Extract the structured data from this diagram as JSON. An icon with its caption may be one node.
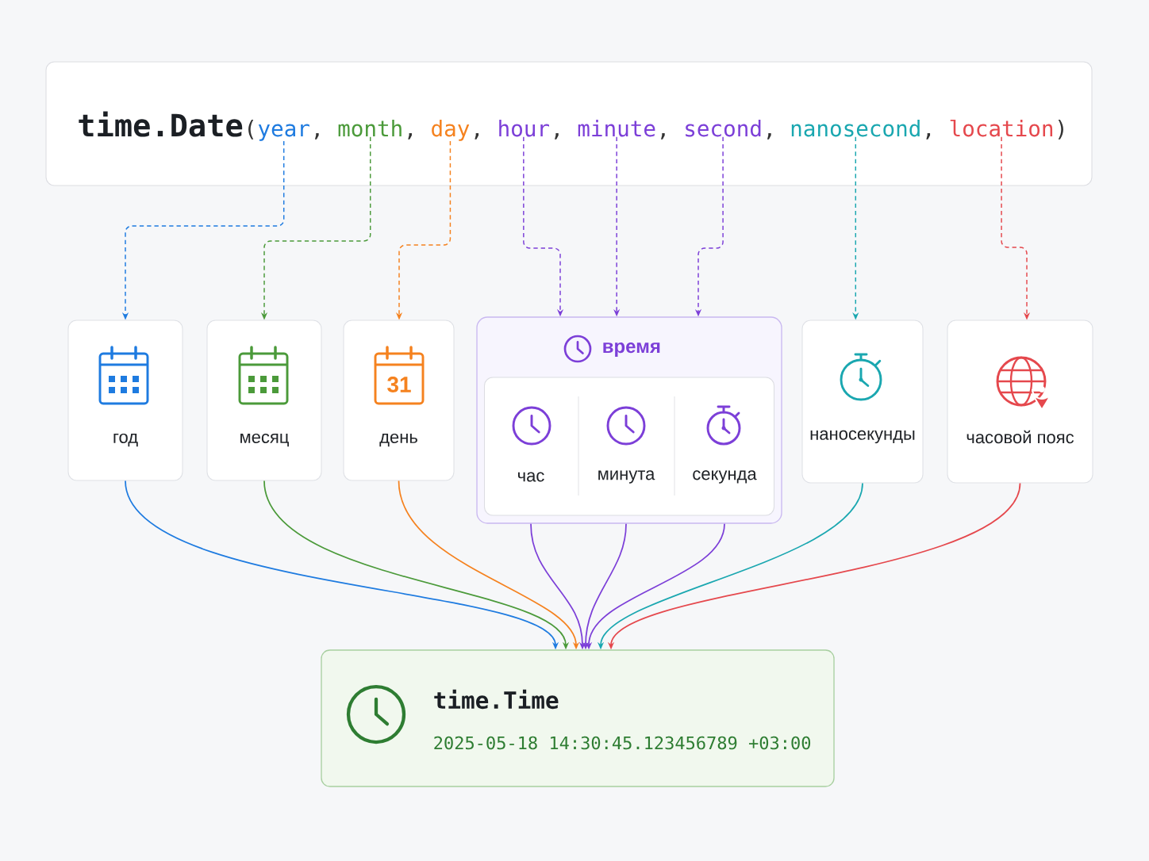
{
  "diagram": {
    "nodes": [
      {
        "text": [
          "time.Date"
        ]
      },
      {
        "text": [
          "year"
        ],
        "in": 0
      },
      {
        "text": [
          "month"
        ],
        "in": 0
      },
      {
        "text": [
          "day"
        ],
        "in": 0
      },
      {
        "text": [
          "hour"
        ],
        "in": 0
      },
      {
        "text": [
          "minute"
        ],
        "in": 0
      },
      {
        "text": [
          "second"
        ],
        "in": 0
      },
      {
        "text": [
          "nanosecond"
        ],
        "in": 0
      },
      {
        "text": [
          "location"
        ],
        "in": 0
      },
      {
        "text": [
          "год"
        ]
      },
      {
        "text": [
          "месяц"
        ]
      },
      {
        "text": [
          "31",
          "день"
        ]
      },
      {
        "text": [
          "время"
        ]
      },
      {
        "text": [],
        "shape": "box",
        "in": 12
      },
      {
        "text": [
          "час"
        ],
        "in": 13
      },
      {
        "text": [
          "минута"
        ],
        "in": 13
      },
      {
        "text": [
          "секунда"
        ],
        "in": 13
      },
      {
        "text": [
          "наносекунды"
        ]
      },
      {
        "text": [
          "часовой пояс"
        ]
      },
      {
        "text": [
          "time.Time",
          "2025-05-18 14:30:45.123456789 +03:00"
        ]
      }
    ],
    "edges": [
      {
        "from": 1,
        "to": 9,
        "arrow": "to",
        "style": "dashed",
        "color": "#1e7be0"
      },
      {
        "from": 2,
        "to": 10,
        "arrow": "to",
        "style": "dashed",
        "color": "#4b9a3a"
      },
      {
        "from": 3,
        "to": 11,
        "arrow": "to",
        "style": "dashed",
        "color": "#f5821f"
      },
      {
        "from": 4,
        "to": 12,
        "arrow": "to",
        "style": "dashed",
        "color": "#7c3fd8"
      },
      {
        "from": 5,
        "to": 12,
        "arrow": "to",
        "style": "dashed",
        "color": "#7c3fd8"
      },
      {
        "from": 6,
        "to": 12,
        "arrow": "to",
        "style": "dashed",
        "color": "#7c3fd8"
      },
      {
        "from": 7,
        "to": 17,
        "arrow": "to",
        "style": "dashed",
        "color": "#1aa7b0"
      },
      {
        "from": 8,
        "to": 18,
        "arrow": "to",
        "style": "dashed",
        "color": "#e5484d"
      },
      {
        "from": 9,
        "to": 19,
        "arrow": "to",
        "color": "#1e7be0"
      },
      {
        "from": 10,
        "to": 19,
        "arrow": "to",
        "color": "#4b9a3a"
      },
      {
        "from": 11,
        "to": 19,
        "arrow": "to",
        "color": "#f5821f"
      },
      {
        "from": 14,
        "to": 19,
        "arrow": "to",
        "color": "#7c3fd8"
      },
      {
        "from": 15,
        "to": 19,
        "arrow": "to",
        "color": "#7c3fd8"
      },
      {
        "from": 16,
        "to": 19,
        "arrow": "to",
        "color": "#7c3fd8"
      },
      {
        "from": 17,
        "to": 19,
        "arrow": "to",
        "color": "#1aa7b0"
      },
      {
        "from": 18,
        "to": 19,
        "arrow": "to",
        "color": "#e5484d"
      }
    ],
    "labels": [
      "(",
      ",",
      ",",
      ",",
      ",",
      ",",
      ",",
      ",",
      ")"
    ]
  }
}
